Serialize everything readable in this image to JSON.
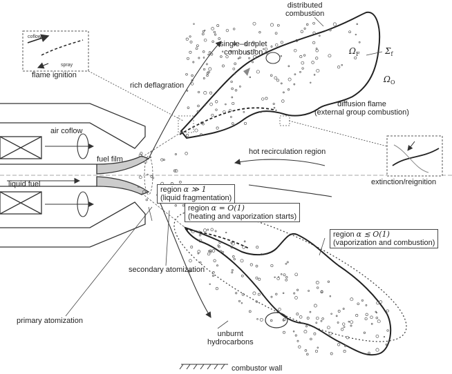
{
  "labels": {
    "distributed_combustion": "distributed\ncombustion",
    "single_droplet": "single–droplet\ncombustion",
    "flame_ignition": "flame ignition",
    "rich_deflagration": "rich deflagration",
    "diffusion_flame": "diffusion flame\n(external group combustion)",
    "air_coflow": "air coflow",
    "fuel_film": "fuel film",
    "hot_recirculation": "hot recirculation region",
    "liquid_fuel": "liquid fuel",
    "extinction": "extinction/reignition",
    "secondary_atomization": "secondary atomization",
    "primary_atomization": "primary atomization",
    "unburnt": "unburnt\nhydrocarbons",
    "combustor_wall": "combustor wall",
    "inset_coflow": "coflow",
    "inset_spray": "spray"
  },
  "regions": {
    "r1_prefix": "region",
    "r1_alpha": "α ≫ 1",
    "r1_desc": "(liquid fragmentation)",
    "r2_prefix": "region",
    "r2_alpha": "α = O(1)",
    "r2_desc": "(heating and vaporization starts)",
    "r3_prefix": "region",
    "r3_alpha": "α ≲ O(1)",
    "r3_desc": "(vaporization and combustion)"
  },
  "symbols": {
    "omega_f_main": "Ω",
    "omega_f_sub": "F",
    "sigma_main": "Σ",
    "sigma_sub": "f",
    "omega_o_main": "Ω",
    "omega_o_sub": "O"
  }
}
